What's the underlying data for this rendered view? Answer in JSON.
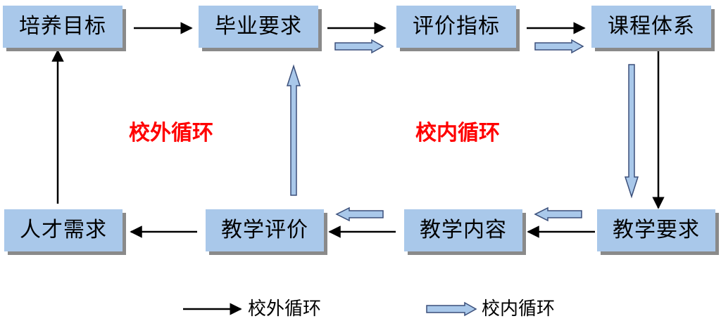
{
  "nodes": {
    "goal": "培养目标",
    "graduation": "毕业要求",
    "indicators": "评价指标",
    "curriculum": "课程体系",
    "talent": "人才需求",
    "teaching_eval": "教学评价",
    "teaching_content": "教学内容",
    "teaching_req": "教学要求"
  },
  "labels": {
    "outer_loop": "校外循环",
    "inner_loop": "校内循环"
  },
  "legend": {
    "outer": "校外循环",
    "inner": "校内循环"
  },
  "colors": {
    "node_fill": "#a9c8ea",
    "inner_arrow_fill": "#a9c8ea",
    "inner_arrow_stroke": "#3b4f7a",
    "label": "#ff0000"
  }
}
